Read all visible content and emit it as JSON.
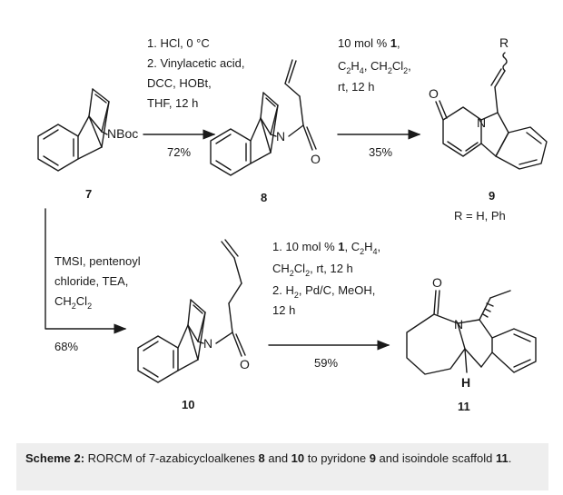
{
  "scheme": {
    "step_a": {
      "line1": "1. HCl, 0 °C",
      "line2": "2. Vinylacetic acid,",
      "line3": "DCC, HOBt,",
      "line4": "THF, 12 h",
      "yield": "72%"
    },
    "step_b": {
      "line1_pre": "10 mol % ",
      "line1_bold": "1",
      "line1_post": ",",
      "yield": "35%"
    },
    "step_c": {
      "line1": "TMSI, pentenoyl",
      "line2": "chloride, TEA,",
      "yield": "68%"
    },
    "step_d": {
      "line1_pre": "1. 10 mol % ",
      "line1_bold": "1",
      "line1_post": ", C",
      "line4": "12 h",
      "yield": "59%"
    },
    "compounds": {
      "c7": "7",
      "c8": "8",
      "c9": "9",
      "c10": "10",
      "c11": "11"
    },
    "r_note": "R = H, Ph",
    "atoms": {
      "nboc": "NBoc",
      "n": "N",
      "o": "O",
      "r": "R",
      "h": "H"
    }
  },
  "caption": {
    "label": "Scheme 2:",
    "text_1": " RORCM of 7-azabicycloalkenes ",
    "b1": "8",
    "text_2": " and ",
    "b2": "10",
    "text_3": " to pyridone ",
    "b3": "9",
    "text_4": " and isoindole scaffold ",
    "b4": "11",
    "text_5": "."
  }
}
